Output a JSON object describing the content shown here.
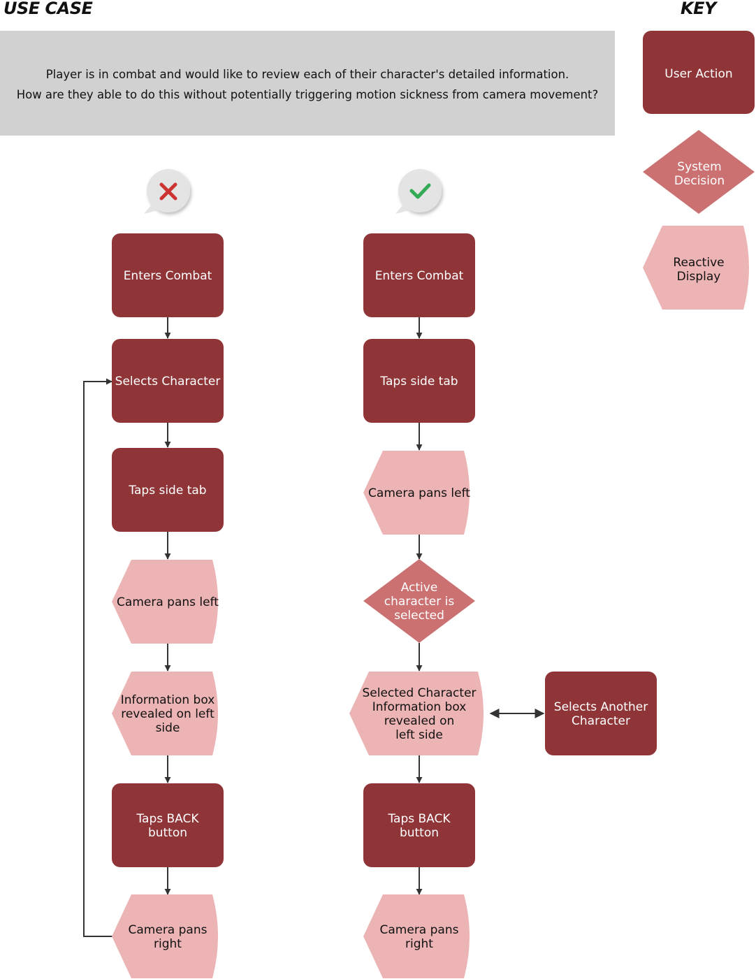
{
  "headers": {
    "use_case": "USE CASE",
    "key": "KEY"
  },
  "use_case": {
    "line1": "Player is in combat and would like to review each of their character's detailed information.",
    "line2": "How are they able to do this without potentially triggering motion sickness from camera movement?"
  },
  "key": {
    "user_action": "User Action",
    "system_decision": [
      "System",
      "Decision"
    ],
    "reactive_display": [
      "Reactive",
      "Display"
    ]
  },
  "colors": {
    "user_action": "#8f3538",
    "system_decision": "#cc7172",
    "reactive_display": "#ecb4b4",
    "use_case_bg": "#d1d1d1",
    "arrow": "#333333",
    "bad": "#cc3333",
    "good": "#33aa55"
  },
  "flow_bad": {
    "marker": "cross-icon",
    "nodes": [
      {
        "type": "action",
        "lines": [
          "Enters Combat"
        ]
      },
      {
        "type": "action",
        "lines": [
          "Selects Character"
        ]
      },
      {
        "type": "action",
        "lines": [
          "Taps side tab"
        ]
      },
      {
        "type": "display",
        "lines": [
          "Camera pans left"
        ]
      },
      {
        "type": "display",
        "lines": [
          "Information box",
          "revealed on left",
          "side"
        ]
      },
      {
        "type": "action",
        "lines": [
          "Taps BACK",
          "button"
        ]
      },
      {
        "type": "display",
        "lines": [
          "Camera pans",
          "right"
        ]
      }
    ]
  },
  "flow_good": {
    "marker": "check-icon",
    "nodes": [
      {
        "type": "action",
        "lines": [
          "Enters Combat"
        ]
      },
      {
        "type": "action",
        "lines": [
          "Taps side tab"
        ]
      },
      {
        "type": "display",
        "lines": [
          "Camera pans left"
        ]
      },
      {
        "type": "decision",
        "lines": [
          "Active",
          "character is",
          "selected"
        ]
      },
      {
        "type": "display",
        "lines": [
          "Selected Character",
          "Information box",
          "revealed on",
          "left side"
        ]
      },
      {
        "type": "action",
        "lines": [
          "Taps BACK",
          "button"
        ]
      },
      {
        "type": "display",
        "lines": [
          "Camera pans",
          "right"
        ]
      }
    ],
    "side_node": {
      "type": "action",
      "lines": [
        "Selects Another",
        "Character"
      ]
    }
  }
}
